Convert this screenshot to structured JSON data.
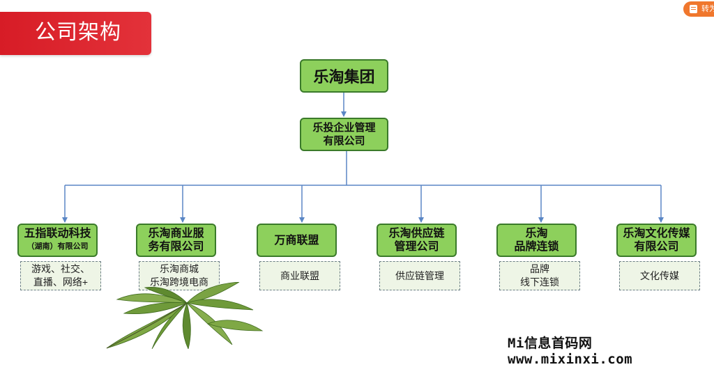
{
  "header": {
    "title": "公司架构"
  },
  "top_button": {
    "label": "转为",
    "icon": "document-convert-icon"
  },
  "org": {
    "root": "乐淘集团",
    "holding": [
      "乐投企业管理",
      "有限公司"
    ],
    "children": [
      {
        "lines": [
          "五指联动科技"
        ],
        "sub": "（湖南）有限公司",
        "details": [
          "游戏、社交、",
          "直播、网络+"
        ]
      },
      {
        "lines": [
          "乐淘商业服",
          "务有限公司"
        ],
        "sub": "",
        "details": [
          "乐淘商城",
          "乐淘跨境电商"
        ]
      },
      {
        "lines": [
          "万商联盟"
        ],
        "sub": "",
        "details": [
          "商业联盟"
        ]
      },
      {
        "lines": [
          "乐淘供应链",
          "管理公司"
        ],
        "sub": "",
        "details": [
          "供应链管理"
        ]
      },
      {
        "lines": [
          "乐淘",
          "品牌连锁"
        ],
        "sub": "",
        "details": [
          "品牌",
          "线下连锁"
        ]
      },
      {
        "lines": [
          "乐淘文化传媒",
          "有限公司"
        ],
        "sub": "",
        "details": [
          "文化传媒"
        ]
      }
    ]
  },
  "watermark": "Mi信息首码网 www.mixinxi.com",
  "colors": {
    "title_red": "#e3323a",
    "node_green": "#8dd05c",
    "node_border": "#3a7a2a",
    "connector_blue": "#5a86c5",
    "detail_bg": "#eef5e6",
    "button_orange": "#f0772d"
  }
}
